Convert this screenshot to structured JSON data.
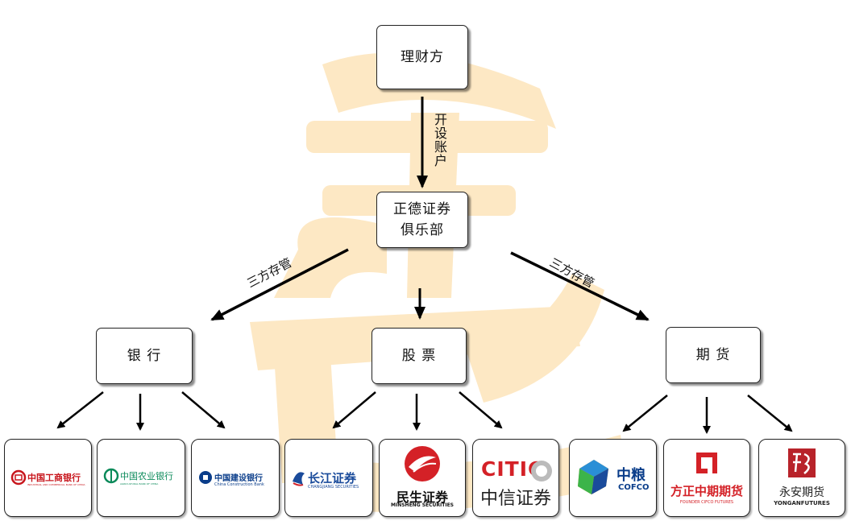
{
  "nodes": {
    "investor": "理财方",
    "club_line1": "正德证券",
    "club_line2": "俱乐部",
    "bank": "银 行",
    "stock": "股 票",
    "futures": "期 货"
  },
  "edges": {
    "open_account": "开设账户",
    "tripartite_left": "三方存管",
    "tripartite_right": "三方存管"
  },
  "logos": {
    "icbc": {
      "name": "中国工商银行",
      "sub": "INDUSTRIAL AND COMMERCIAL BANK OF CHINA",
      "color": "#c8161d"
    },
    "abc": {
      "name": "中国农业银行",
      "sub": "AGRICULTURAL BANK OF CHINA",
      "color": "#0b8a5a"
    },
    "ccb": {
      "name": "中国建设银行",
      "sub": "China Construction Bank",
      "color": "#0a3d8a"
    },
    "changjiang": {
      "name": "长江证券",
      "sub": "CHANGJIANG SECURITIES",
      "color": "#1a4b9b"
    },
    "minsheng": {
      "name": "民生证券",
      "sub": "MINSHENG SECURITIES",
      "color": "#d42127"
    },
    "citic": {
      "brand": "CITIC",
      "name": "中信证券",
      "color": "#d42127"
    },
    "cofco": {
      "name": "中粮",
      "sub": "COFCO",
      "color": "#0a3d8a"
    },
    "founder": {
      "name": "方正中期期货",
      "sub": "FOUNDER CIFCO FUTURES",
      "color": "#d42127"
    },
    "yongan": {
      "name": "永安期货",
      "sub": "YONGANFUTURES",
      "color": "#b8232a"
    }
  },
  "colors": {
    "watermark": "#fde8c4",
    "line": "#000000"
  }
}
